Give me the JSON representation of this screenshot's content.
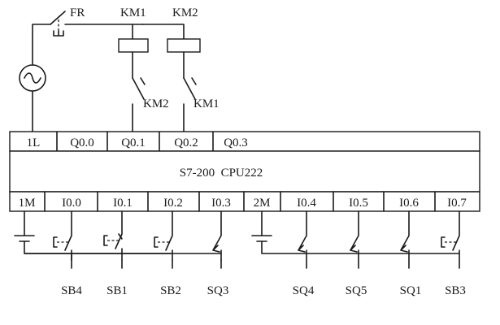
{
  "top_labels": {
    "fr": "FR",
    "km1": "KM1",
    "km2": "KM2"
  },
  "interlock_labels": {
    "km2_contact": "KM2",
    "km1_contact": "KM1"
  },
  "output_terminals": [
    "1L",
    "Q0.0",
    "Q0.1",
    "Q0.2",
    "Q0.3"
  ],
  "cpu_label": "S7-200  CPU222",
  "input_terminals": [
    "1M",
    "I0.0",
    "I0.1",
    "I0.2",
    "I0.3",
    "2M",
    "I0.4",
    "I0.5",
    "I0.6",
    "I0.7"
  ],
  "switch_labels": [
    "SB4",
    "SB1",
    "SB2",
    "SQ3",
    "SQ4",
    "SQ5",
    "SQ1",
    "SB3"
  ],
  "icons": {
    "ac_source": "ac-source-icon",
    "overload": "thermal-relay-icon"
  }
}
